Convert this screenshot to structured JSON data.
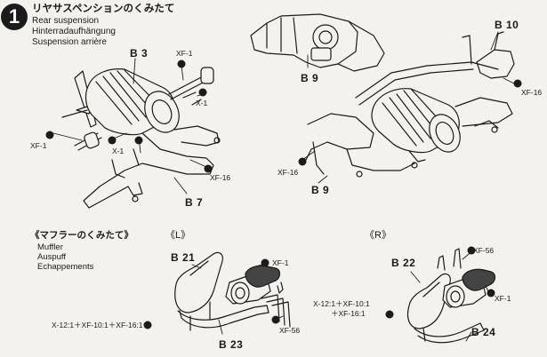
{
  "step": "1",
  "section_rear": {
    "title_jp": "リヤサスペンションのくみたて",
    "title_de": "Hinterradaufhängung",
    "title_en": "Rear suspension",
    "title_fr": "Suspension arrière"
  },
  "section_muffler": {
    "title_jp": "《マフラーのくみたて》",
    "title_en": "Muffler",
    "title_de": "Auspuff",
    "title_fr": "Echappements"
  },
  "variant_left": "《L》",
  "variant_right": "《R》",
  "labels": {
    "b3": "B 3",
    "b7": "B 7",
    "b9_top": "B 9",
    "b9_bottom": "B 9",
    "b10": "B 10",
    "b21": "B 21",
    "b22": "B 22",
    "b23": "B 23",
    "b24": "B 24",
    "xf1_a": "XF-1",
    "x1_a": "X-1",
    "xf1_b": "XF-1",
    "x1_b": "X-1",
    "xf16_a": "XF-16",
    "xf16_b": "XF-16",
    "xf16_c": "XF-16",
    "xf1_c": "XF-1",
    "xf56_a": "XF-56",
    "xf56_b": "XF-56",
    "xf1_d": "XF-1",
    "mix_left": "X-12:1＋XF-10:1＋XF-16:1",
    "mix_right_1": "X-12:1＋XF-10:1",
    "mix_right_2": "＋XF-16:1"
  }
}
